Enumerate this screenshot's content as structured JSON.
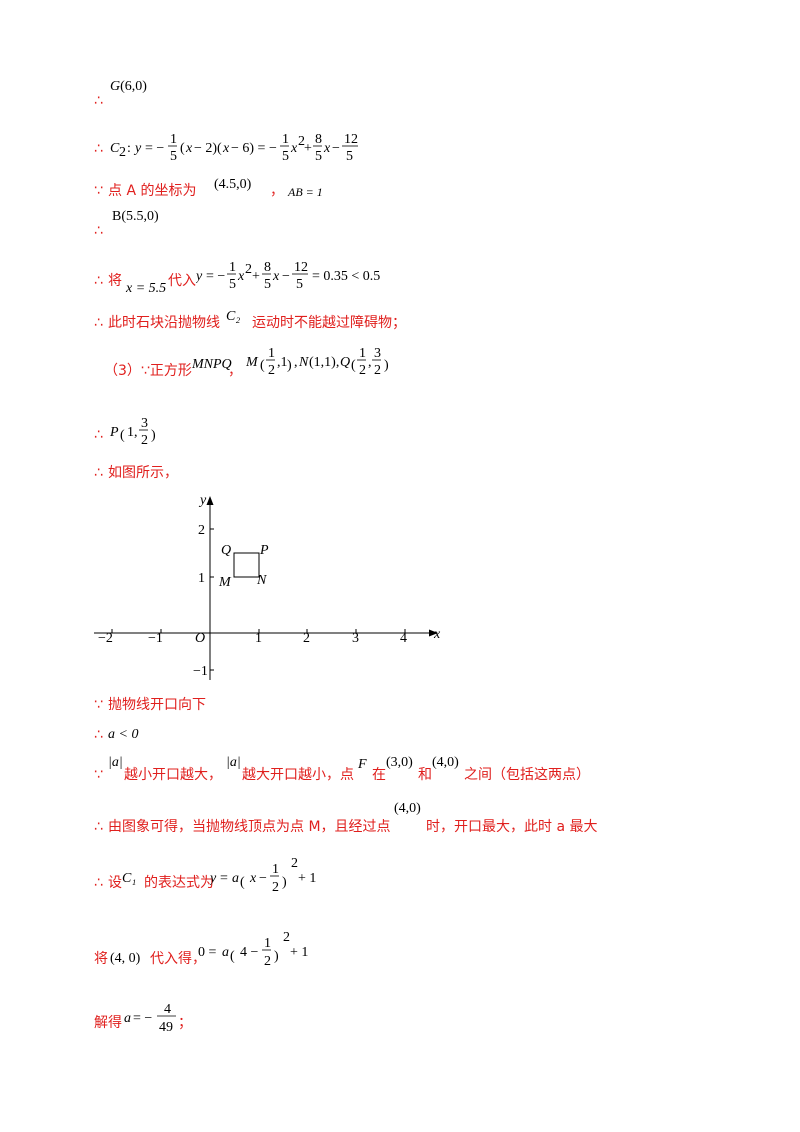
{
  "lines": {
    "l1": {
      "sym": "∴",
      "math": "G(6,0)"
    },
    "l2": {
      "sym": "∴",
      "math": "C₂ : y = −(1/5)(x−2)(x−6) = −(1/5)x² + (8/5)x − 12/5"
    },
    "l3": {
      "sym": "∵",
      "t1": "点 A 的坐标为",
      "m1": "(4.5,0)",
      "t2": "，",
      "m2": "AB = 1"
    },
    "l4": {
      "sym": "∴",
      "math": "B(5.5,0)"
    },
    "l5": {
      "sym": "∴",
      "t1": "将",
      "m1": "x = 5.5",
      "t2": "代入",
      "m2": "y = −(1/5)x² + (8/5)x − 12/5 = 0.35 < 0.5"
    },
    "l6": {
      "sym": "∴",
      "t1": "此时石块沿抛物线",
      "m1": "C₂",
      "t2": "运动时不能越过障碍物；"
    },
    "l7": {
      "t1": "（3）∵正方形",
      "m1": "MNPQ",
      "t2": "，",
      "m2": "M(1/2,1), N(1,1), Q(1/2,3/2)"
    },
    "l8": {
      "sym": "∴",
      "math": "P(1, 3/2)"
    },
    "l9": {
      "sym": "∴",
      "t1": "如图所示，"
    },
    "l10": {
      "sym": "∵",
      "t1": "抛物线开口向下"
    },
    "l11": {
      "sym": "∴",
      "math": "a < 0"
    },
    "l12": {
      "sym": "∵",
      "m1": "|a|",
      "t1": "越小开口越大，",
      "m2": "|a|",
      "t2": "越大开口越小，点",
      "m3": "F",
      "t3": "在",
      "m4": "(3,0)",
      "t4": "和",
      "m5": "(4,0)",
      "t5": "之间（包括这两点）"
    },
    "l13": {
      "sym": "∴",
      "t1": "由图象可得，当抛物线顶点为点 M，且经过点",
      "m1": "(4,0)",
      "t2": "时，开口最大，此时 a 最大"
    },
    "l14": {
      "sym": "∴",
      "t1": "设",
      "m1": "C₁",
      "t2": "的表达式为",
      "m2": "y = a(x − 1/2)² + 1"
    },
    "l15": {
      "t1": "将",
      "m1": "(4, 0)",
      "t2": "代入得，",
      "m2": "0 = a(4 − 1/2)² + 1"
    },
    "l16": {
      "t1": "解得",
      "m1": "a = −4/49",
      "t2": "；"
    }
  },
  "graph": {
    "x_ticks": [
      "−2",
      "−1",
      "1",
      "2",
      "3",
      "4"
    ],
    "y_ticks": [
      "2",
      "1",
      "−1"
    ],
    "origin": "O",
    "x_axis": "x",
    "y_axis": "y",
    "points": {
      "Q": "Q",
      "P": "P",
      "M": "M",
      "N": "N"
    }
  }
}
